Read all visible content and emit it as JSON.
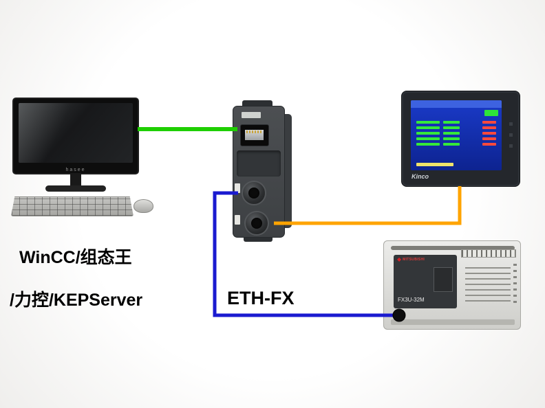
{
  "pc": {
    "brand": "hasee",
    "label_line1": "WinCC/组态王",
    "label_line2": "/力控/KEPServer"
  },
  "module": {
    "label": "ETH-FX"
  },
  "hmi": {
    "brand": "Kinco"
  },
  "plc": {
    "brand": "MITSUBISHI",
    "model": "FX3U-32M"
  },
  "connections": {
    "ethernet": {
      "label": "pc-to-module-ethernet-link",
      "color": "#1ecf00"
    },
    "hmi_serial": {
      "label": "module-to-hmi-serial-link",
      "color": "#ffa400"
    },
    "plc_serial": {
      "label": "module-to-plc-serial-link",
      "color": "#1a1ad0"
    }
  }
}
